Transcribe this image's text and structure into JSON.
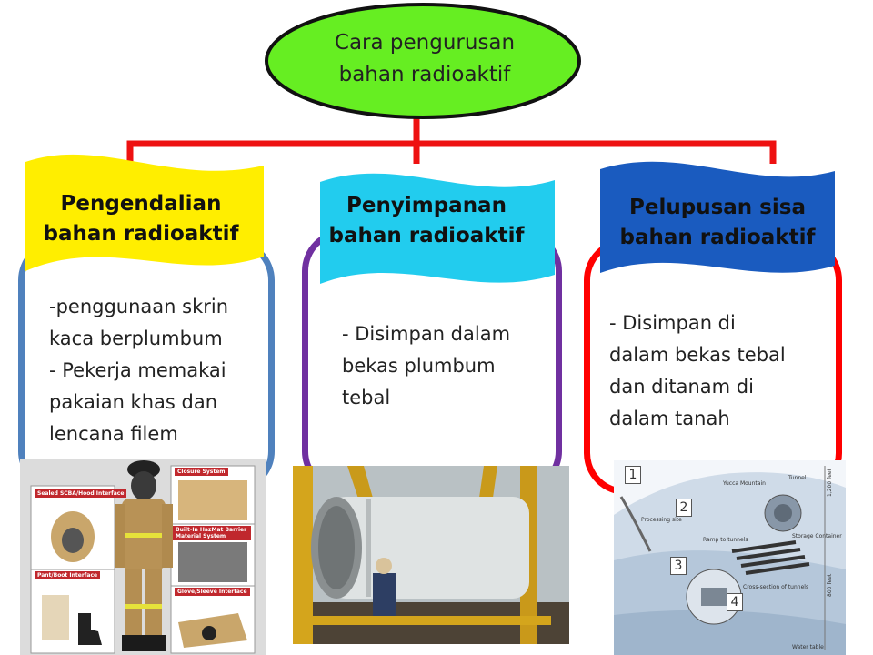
{
  "root": {
    "line1": "Cara pengurusan",
    "line2": "bahan radioaktif"
  },
  "colors": {
    "root_fill": "#66ee22",
    "connector": "#ee1111",
    "banner1": "#ffee00",
    "banner2": "#22ccee",
    "banner3": "#1a5bbf",
    "panel1": "#4f81bd",
    "panel2": "#7030a0",
    "panel3": "#ff0000"
  },
  "columns": [
    {
      "title1": "Pengendalian",
      "title2": "bahan radioaktif",
      "lines": [
        "-penggunaan skrin",
        "kaca berplumbum",
        "- Pekerja memakai",
        "pakaian khas dan",
        "lencana filem"
      ]
    },
    {
      "title1": "Penyimpanan",
      "title2": "bahan radioaktif",
      "lines": [
        "- Disimpan dalam",
        "bekas plumbum",
        "tebal"
      ]
    },
    {
      "title1": "Pelupusan sisa",
      "title2": "bahan radioaktif",
      "lines": [
        "- Disimpan di",
        "dalam bekas tebal",
        "dan ditanam di",
        "dalam tanah"
      ]
    }
  ],
  "photo1": {
    "labels": [
      "Sealed SCBA/Hood Interface",
      "Closure System",
      "Built-In HazMat Barrier Material System",
      "Pant/Boot Interface",
      "Glove/Sleeve Interface"
    ]
  },
  "photo3": {
    "labels": [
      "Yucca Mountain",
      "Tunnel",
      "Storage Container",
      "Processing site",
      "Ramp to tunnels",
      "Cross-section of tunnels",
      "Water table",
      "1,200 feet",
      "800 feet"
    ],
    "numbers": [
      "1",
      "2",
      "3",
      "4"
    ]
  }
}
